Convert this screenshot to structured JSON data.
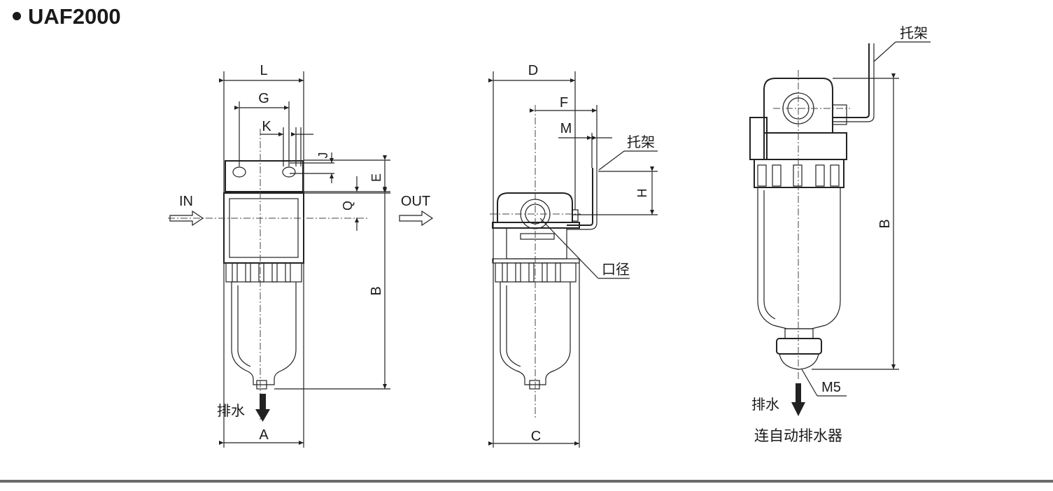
{
  "title": "UAF2000",
  "front_view": {
    "dims": {
      "L": "L",
      "G": "G",
      "K": "K",
      "J": "J",
      "E": "E",
      "Q": "Q",
      "B": "B",
      "A": "A"
    },
    "in_label": "IN",
    "out_label": "OUT",
    "drain_label": "排水"
  },
  "side_view": {
    "dims": {
      "D": "D",
      "F": "F",
      "M": "M",
      "H": "H",
      "C": "C"
    },
    "bracket_label": "托架",
    "port_label": "口径"
  },
  "auto_drain_view": {
    "bracket_label": "托架",
    "dims": {
      "B": "B",
      "M5": "M5"
    },
    "drain_label": "排水",
    "caption": "连自动排水器"
  }
}
